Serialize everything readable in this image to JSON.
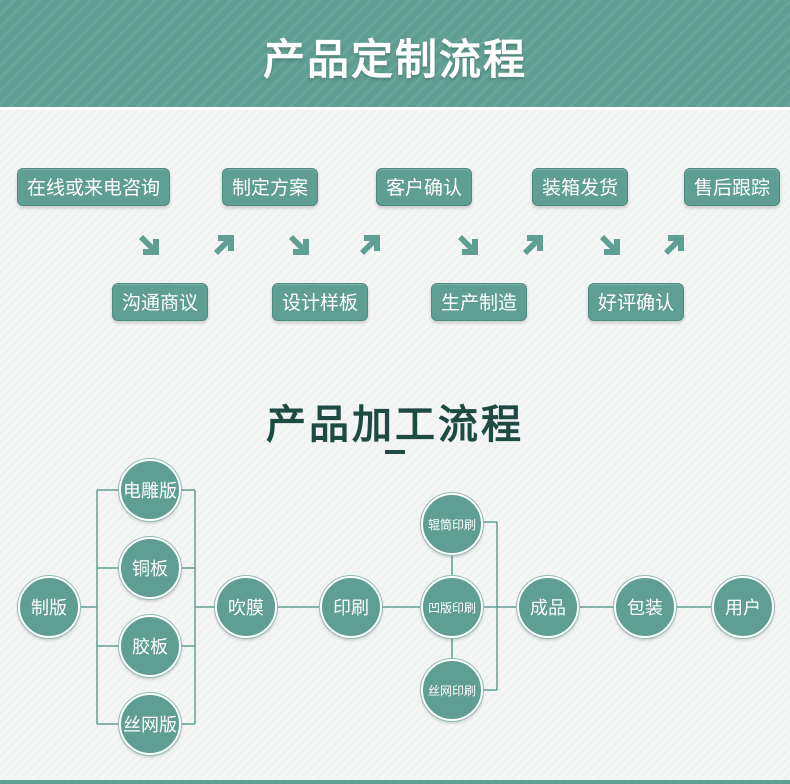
{
  "header": {
    "title": "产品定制流程"
  },
  "custom_flow": {
    "top_steps": [
      "在线或来电咨询",
      "制定方案",
      "客户确认",
      "装箱发货",
      "售后跟踪"
    ],
    "bottom_steps": [
      "沟通商议",
      "设计样板",
      "生产制造",
      "好评确认"
    ]
  },
  "process": {
    "title": "产品加工流程",
    "start": "制版",
    "plate_types": [
      "电雕版",
      "铜板",
      "胶板",
      "丝网版"
    ],
    "film": "吹膜",
    "print": "印刷",
    "print_types": [
      "辊筒印刷",
      "凹版印刷",
      "丝网印刷"
    ],
    "finish": [
      "成品",
      "包装",
      "用户"
    ]
  },
  "colors": {
    "accent": "#5f9e92",
    "title_dark": "#1d4a42"
  }
}
